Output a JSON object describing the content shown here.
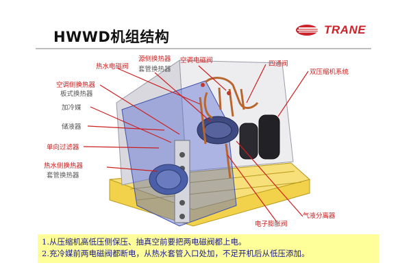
{
  "slide": {
    "title": "HWWD机组结构",
    "brand": "TRANE",
    "colors": {
      "label_red": "#cc1f1f",
      "label_gray": "#555555",
      "note_bg": "#ffff99",
      "note_text": "#1a1a8c",
      "brand_red": "#cc2229"
    }
  },
  "labels": {
    "hot_water_solenoid": "热水电磁阀",
    "source_hx": "源侧换热器",
    "source_hx_type": "套管换热器",
    "ac_solenoid": "空调电磁阀",
    "four_way_valve": "四通阀",
    "dual_compressor": "双压缩机系统",
    "ac_side_hx": "空调侧换热器",
    "plate_hx": "板式换热器",
    "charge_refrigerant": "加冷媒",
    "receiver": "储液器",
    "check_filter": "单向过滤器",
    "hot_water_side_hx": "热水侧换热器",
    "hot_water_hx_type": "套管换热器",
    "gas_liquid_separator": "气液分离器",
    "expansion_valve": "电子膨胀阀"
  },
  "notes": [
    "1.从压缩机高低压侧保压、抽真空前要把两电磁阀都上电。",
    "2.充冷媒前两电磁阀都断电，从热水套管入口处加，不足开机后从低压添加。"
  ]
}
